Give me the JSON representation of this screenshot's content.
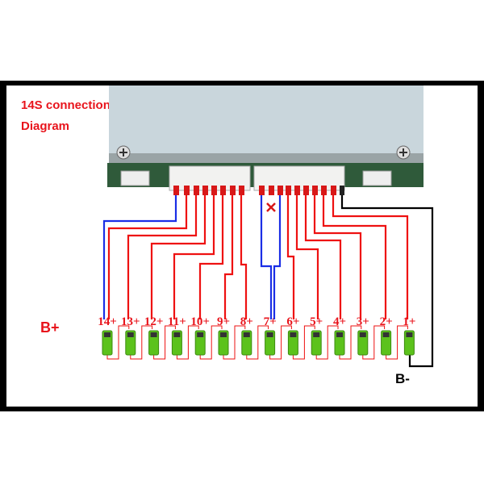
{
  "title": {
    "line1": "14S connection",
    "line2": "Diagram"
  },
  "labels": {
    "b_plus": "B+",
    "b_minus": "B-"
  },
  "cells": [
    "14+",
    "13+",
    "12+",
    "11+",
    "10+",
    "9+",
    "8+",
    "7+",
    "6+",
    "5+",
    "4+",
    "3+",
    "2+",
    "1+"
  ],
  "colors": {
    "wire": "#ee1111",
    "ground_wire": "#1a2ee6",
    "negative_wire": "#000000",
    "cell": "#5cc21c",
    "text": "#e8141c"
  }
}
